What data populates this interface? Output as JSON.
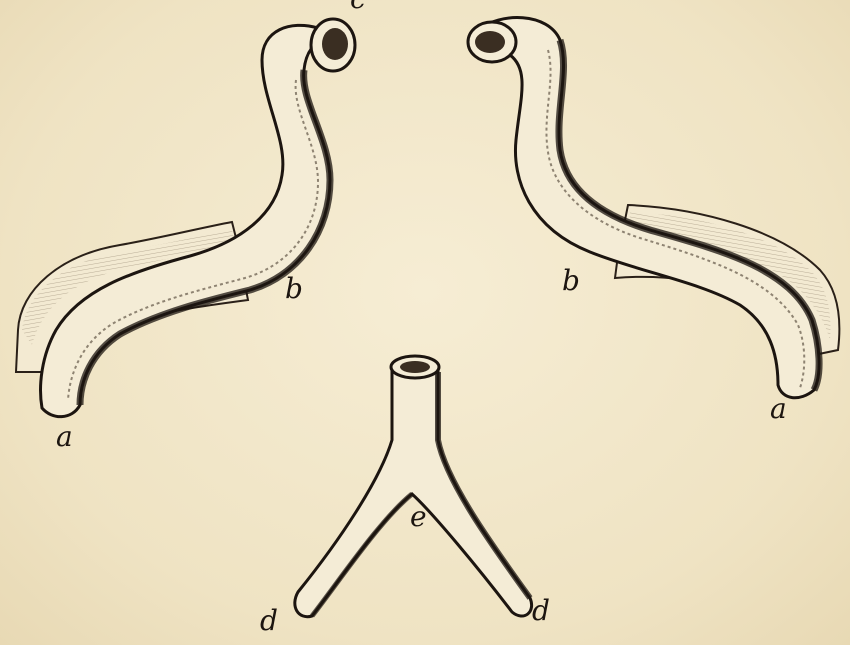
{
  "labels": {
    "top_left_c": "c",
    "left_b": "b",
    "right_b": "b",
    "left_a": "a",
    "right_a": "a",
    "bottom_e": "e",
    "bottom_left_d": "d",
    "bottom_right_d": "d"
  },
  "colors": {
    "paper": "#f1e6c8",
    "ink": "#1c1510",
    "tube_fill": "#f4ecd6"
  }
}
